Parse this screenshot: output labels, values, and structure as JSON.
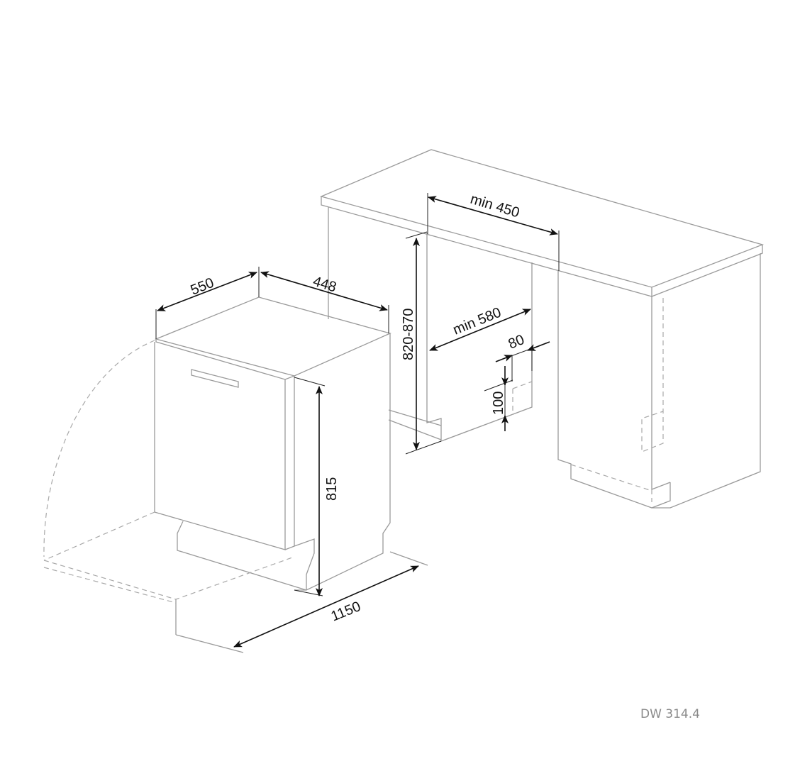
{
  "dimensions": {
    "depth": "550",
    "width": "448",
    "height": "815",
    "door_swing": "1150",
    "niche_height": "820-870",
    "niche_width": "min 450",
    "niche_depth": "min 580",
    "plinth_depth": "80",
    "plinth_height": "100"
  },
  "model_label": "DW 314.4",
  "colors": {
    "line": "#9a9a9a",
    "dimension": "#111111"
  }
}
